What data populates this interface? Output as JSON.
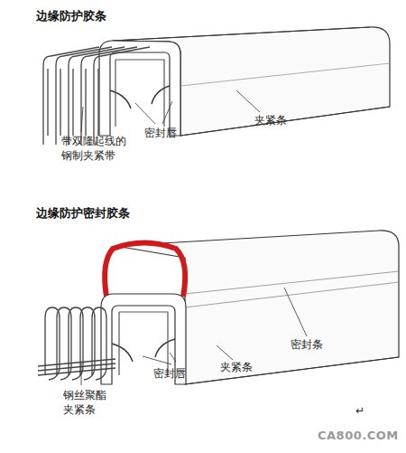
{
  "diagram": {
    "labels": [
      "边缘防护胶条",
      "带双隆起线的 钢制夹紧带",
      "密封唇",
      "夹紧条",
      "边缘防护密封胶条",
      "密封条",
      "密封唇",
      "夹紧条",
      "钢丝聚酯 夹紧条",
      "↵",
      "CA800.COM"
    ]
  }
}
